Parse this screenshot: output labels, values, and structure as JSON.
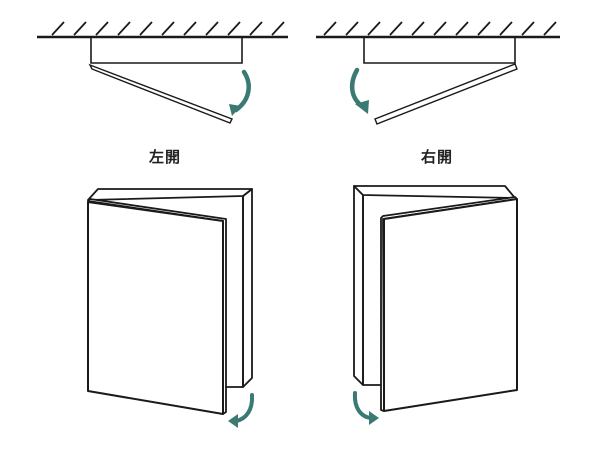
{
  "labels": {
    "left_open": "左開",
    "right_open": "右開"
  },
  "colors": {
    "line": "#1a1a1a",
    "arrow": "#3b7a72",
    "background": "#ffffff"
  },
  "diagrams": [
    {
      "id": "left-open-top-view",
      "direction": "left-hinged",
      "view": "top"
    },
    {
      "id": "right-open-top-view",
      "direction": "right-hinged",
      "view": "top"
    },
    {
      "id": "left-open-perspective",
      "direction": "left-hinged",
      "view": "perspective"
    },
    {
      "id": "right-open-perspective",
      "direction": "right-hinged",
      "view": "perspective"
    }
  ]
}
